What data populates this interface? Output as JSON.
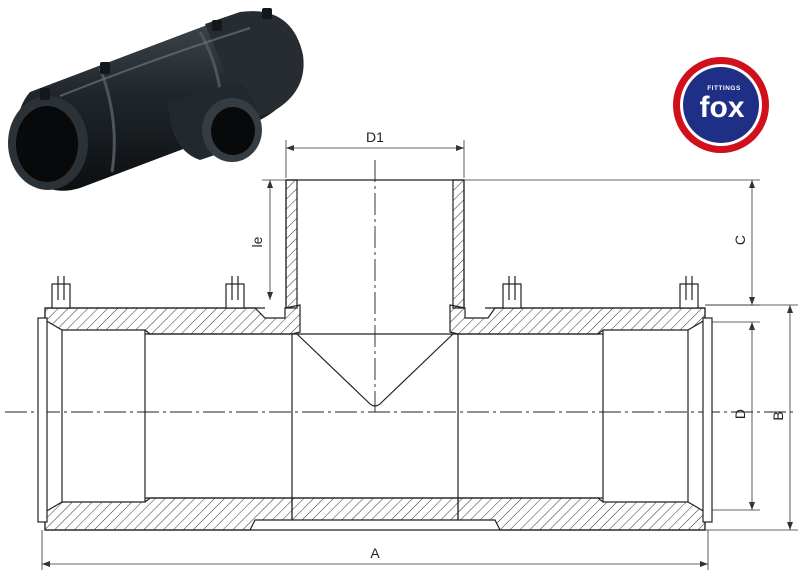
{
  "diagram": {
    "labels": {
      "d1": "D1",
      "le": "le",
      "c": "C",
      "d": "D",
      "b": "B",
      "a": "A"
    }
  },
  "logo": {
    "brand": "fox",
    "tagline": "FITTINGS",
    "colors": {
      "ring": "#d0101b",
      "field": "#1f2f86",
      "text": "#ffffff"
    }
  },
  "colors": {
    "line": "#222222",
    "photo_body": "#1b2126"
  }
}
